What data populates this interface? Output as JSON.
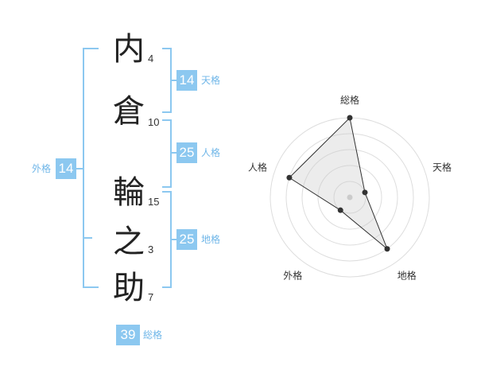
{
  "name": {
    "chars": [
      {
        "char": "内",
        "strokes": "4"
      },
      {
        "char": "倉",
        "strokes": "10"
      },
      {
        "char": "輪",
        "strokes": "15"
      },
      {
        "char": "之",
        "strokes": "3"
      },
      {
        "char": "助",
        "strokes": "7"
      }
    ]
  },
  "fortunes": {
    "tenkaku": {
      "label": "天格",
      "value": "14"
    },
    "jinkaku": {
      "label": "人格",
      "value": "25"
    },
    "chikaku": {
      "label": "地格",
      "value": "25"
    },
    "gaikaku": {
      "label": "外格",
      "value": "14"
    },
    "soukaku": {
      "label": "総格",
      "value": "39"
    }
  },
  "colors": {
    "accent": "#8cc8f0",
    "accent_text": "#6fb6e8",
    "text": "#222222"
  },
  "chart_data": {
    "type": "radar",
    "axes": [
      "総格",
      "天格",
      "地格",
      "外格",
      "人格"
    ],
    "levels": 5,
    "values": [
      5,
      1,
      4,
      1,
      4
    ],
    "max": 5,
    "grid": true
  }
}
